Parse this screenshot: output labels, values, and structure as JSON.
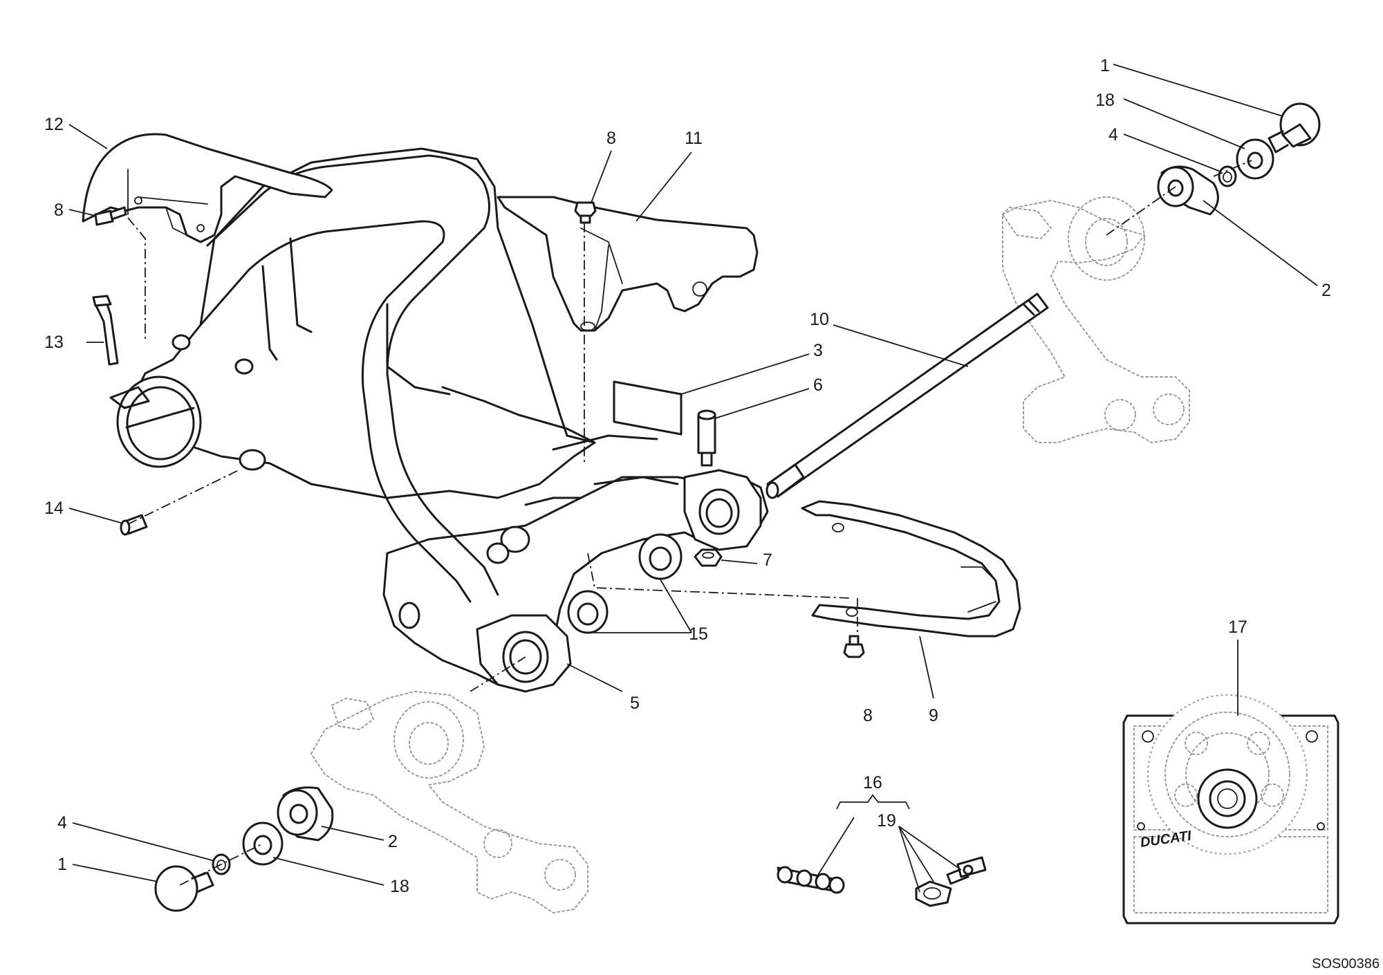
{
  "diagram": {
    "labels": {
      "l1_top": "1",
      "l18_top": "18",
      "l4_top": "4",
      "l2_top": "2",
      "l12": "12",
      "l8_left": "8",
      "l13": "13",
      "l14": "14",
      "l8_center": "8",
      "l11": "11",
      "l10": "10",
      "l3": "3",
      "l6": "6",
      "l7": "7",
      "l15": "15",
      "l5": "5",
      "l8_bottom": "8",
      "l9": "9",
      "l17": "17",
      "l16": "16",
      "l19": "19",
      "l4_bottom": "4",
      "l1_bottom": "1",
      "l2_bottom": "2",
      "l18_bottom": "18"
    },
    "brand": "DUCATI",
    "code": "SOS00386"
  }
}
